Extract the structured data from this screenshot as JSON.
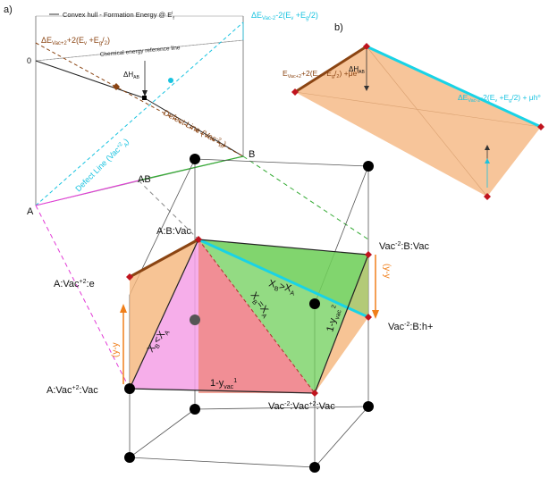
{
  "panels": {
    "a": "a)",
    "b": "b)"
  },
  "legend": "Convex hull - Formation Energy @ E",
  "legend_sub": "f",
  "legend_sup": "i",
  "zero_label": "0",
  "energy_top_left": {
    "main": "ΔE",
    "sub": "Vac+2",
    "rest": "+2(E",
    "sub2": "v",
    "rest2": " +E",
    "sub3": "g",
    "rest3": "/",
    "sub4": "2",
    "rest4": ")"
  },
  "energy_top_right": {
    "main": "ΔE",
    "sub": "Vac-2",
    "rest": "-2(E",
    "sub2": "v",
    "rest2": " +E",
    "sub3": "g",
    "rest3": "/2)"
  },
  "chem_ref": "Chemical energy reference line",
  "delta_h": {
    "main": "ΔH",
    "sub": "AB"
  },
  "defect_left": "Defect Line (Vac",
  "defect_left_sup": "+2",
  "defect_left_sub": "A",
  "defect_left_end": ")",
  "defect_right": "Defect Line (Vac",
  "defect_right_sup": "-2",
  "defect_right_sub": "B",
  "defect_right_end": ")",
  "point_labels": {
    "A": "A",
    "B": "B",
    "AB": "AB",
    "ABVac": "A:B:Vac",
    "AVacE": "A:Vac",
    "AVacE_sup": "+2",
    "AVacE_end": ":e",
    "AVacVac": "A:Vac",
    "AVacVac_sup": "+2",
    "AVacVac_end": ":Vac",
    "VacBVac": "Vac",
    "VacBVac_sup": "-2",
    "VacBVac_end": ":B:Vac",
    "VacBH": "Vac",
    "VacBH_sup": "-2",
    "VacBH_end": ":B:h+",
    "VacVac": "Vac",
    "VacVac_sup": "-2",
    "VacVac_mid": ":Vac",
    "VacVac_sup2": "+2",
    "VacVac_end": ":Vac"
  },
  "region_labels": {
    "xb_gt": "X",
    "xb_gt_sub": "B",
    "xb_gt_rel": ">X",
    "xb_gt_sub2": "A",
    "xb_eq": "X",
    "xb_eq_sub": "B",
    "xb_eq_rel": "=X",
    "xb_eq_sub2": "A",
    "xb_lt": "X",
    "xb_lt_sub": "B",
    "xb_lt_rel": "<X",
    "xb_lt_sub2": "A",
    "one_minus_yvac1": "1-y",
    "yvac1_sub": "vac",
    "yvac1_sup": "1",
    "one_minus_yvac2": "1-y",
    "yvac2_sub": "vac",
    "yvac2_sup": "2",
    "ye_yh_left": "(y",
    "ye_yh_left_rest": "-y",
    "ye_yh_right": "(y",
    "ye_yh_right_rest": "-y"
  },
  "panel_b": {
    "left_energy": {
      "main": "E",
      "sub": "Vac+2",
      "rest": "+2(E",
      "sub2": "v",
      "rest2": " +E",
      "sub3": "g",
      "rest3": "/",
      "sub4": "2",
      "rest4": ") +μe",
      "sup": "o"
    },
    "delta_h": {
      "main": "ΔH",
      "sub": "AB"
    },
    "right_energy": {
      "main": "ΔE",
      "sub": "Vac-2",
      "rest": "-2(E",
      "sub2": "v",
      "rest2": " +E",
      "sub3": "g",
      "rest3": "/2) + μh",
      "sup": "o"
    }
  },
  "colors": {
    "brown": "#8b4513",
    "cyan": "#19d3e6",
    "orange": "#f5b57a",
    "green": "#6fcf5a",
    "red": "#f08070",
    "pink": "#f4a0e6",
    "dark_red": "#c0141e",
    "magenta": "#e23ad6"
  }
}
